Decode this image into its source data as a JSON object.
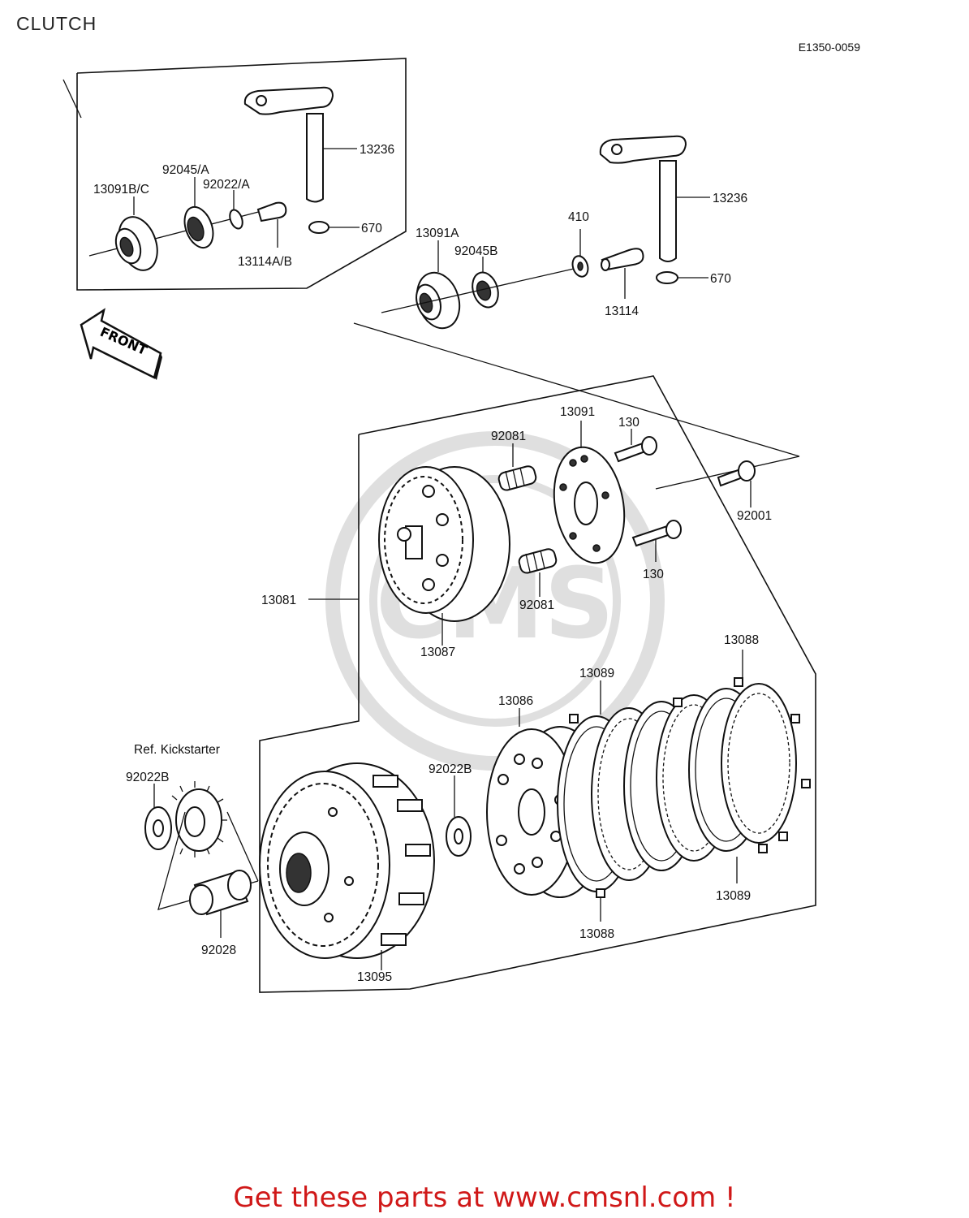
{
  "page": {
    "title": "CLUTCH",
    "figure_code": "E1350-0059"
  },
  "labels": {
    "shaft_upper": "13236",
    "shaft_right": "13236",
    "seal_left": "13091B/C",
    "bearing_left": "92045/A",
    "washer_left": "92022/A",
    "washer_upper_left": "670",
    "pushrod_left": "13114A/B",
    "seal_mid": "13091A",
    "bearing_mid": "92045B",
    "washer_410": "410",
    "pushrod_mid": "13114",
    "washer_right": "670",
    "front": "FRONT",
    "spring_top": "92081",
    "spring_bottom": "92081",
    "plate_13091": "13091",
    "bolt_top": "130",
    "bolt_bottom": "130",
    "nut_right": "92001",
    "hub_group": "13081",
    "hub_13087": "13087",
    "plate_13088_top": "13088",
    "plate_13089_top": "13089",
    "hub_13086": "13086",
    "ref_kickstarter": "Ref.  Kickstarter",
    "washer_92022b_left": "92022B",
    "washer_92022b_mid": "92022B",
    "sleeve": "92028",
    "housing": "13095",
    "plate_13088_bottom": "13088",
    "plate_13089_bottom": "13089"
  },
  "footer": {
    "text": "Get these parts at www.cmsnl.com !"
  }
}
